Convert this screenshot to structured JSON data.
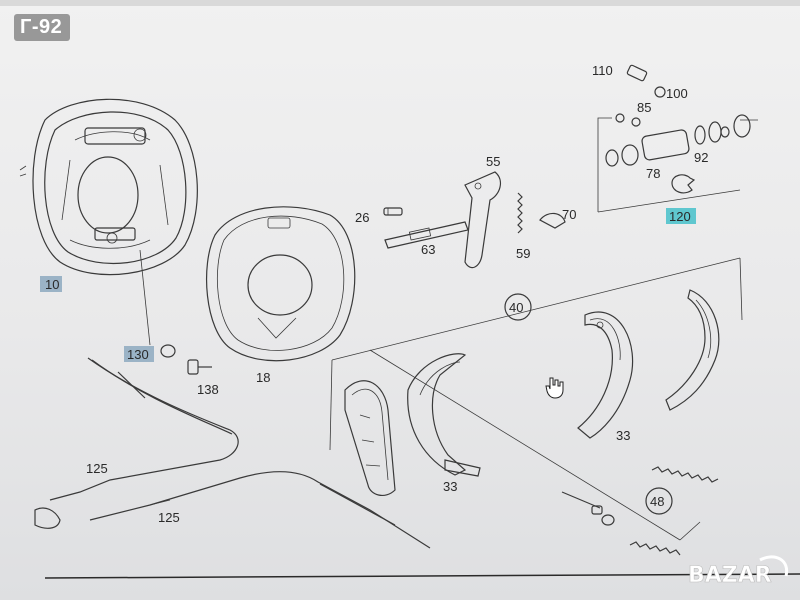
{
  "listing_code": "Г-92",
  "watermark_text": "BAZAR",
  "callouts": {
    "c10": "10",
    "c18": "18",
    "c26": "26",
    "c33a": "33",
    "c33b": "33",
    "c40": "40",
    "c48": "48",
    "c55": "55",
    "c59": "59",
    "c63": "63",
    "c70": "70",
    "c78": "78",
    "c85": "85",
    "c92": "92",
    "c100": "100",
    "c110": "110",
    "c120": "120",
    "c125a": "125",
    "c125b": "125",
    "c130": "130",
    "c138": "138"
  },
  "colors": {
    "highlight_grey": "#9bb3c6",
    "highlight_cyan": "#5fc7cf",
    "line": "#3a3a3a"
  },
  "icons": [
    "hand-cursor-icon",
    "bazar-logo-icon"
  ]
}
